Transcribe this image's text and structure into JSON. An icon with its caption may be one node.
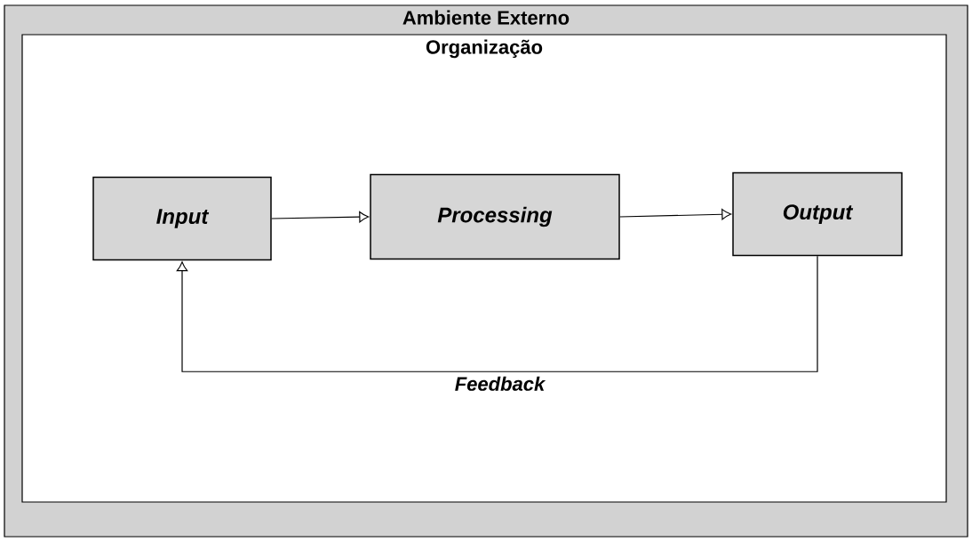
{
  "diagram": {
    "nodes": [
      {
        "text": [
          "Ambiente Externo"
        ]
      },
      {
        "text": [
          "Organização"
        ],
        "in": 0
      },
      {
        "text": [
          "Input"
        ],
        "in": 1
      },
      {
        "text": [
          "Processing"
        ],
        "in": 1
      },
      {
        "text": [
          "Output"
        ],
        "in": 1
      }
    ],
    "edges": [
      {
        "from": 2,
        "to": 3,
        "arrow": "to"
      },
      {
        "from": 3,
        "to": 4,
        "arrow": "to"
      },
      {
        "from": 4,
        "to": 2,
        "arrow": "to",
        "label": "Feedback"
      }
    ]
  }
}
